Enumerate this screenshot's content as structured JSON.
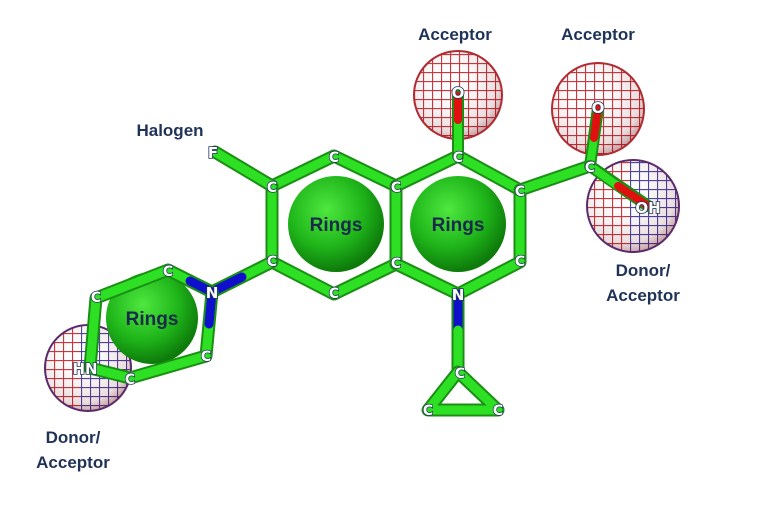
{
  "features": {
    "halogen": "Halogen",
    "acceptor_1": "Acceptor",
    "acceptor_2": "Acceptor",
    "donor_acceptor_right_1": "Donor/",
    "donor_acceptor_right_2": "Acceptor",
    "donor_acceptor_left_1": "Donor/",
    "donor_acceptor_left_2": "Acceptor",
    "ring_a": "Rings",
    "ring_b": "Rings",
    "ring_c": "Rings"
  },
  "atoms": {
    "carbon": "C",
    "nitrogen": "N",
    "oxygen": "O",
    "fluorine": "F",
    "hydroxyl": "OH",
    "amine": "HN"
  },
  "colors": {
    "carbon_bond": "#22cc1a",
    "nitrogen_bond": "#1010cc",
    "oxygen_bond": "#e01010",
    "acceptor_mesh": "#c8313a",
    "donor_mesh": "#2a3fb5",
    "ring_sphere": "#1fa81a",
    "label": "#1f3358"
  }
}
